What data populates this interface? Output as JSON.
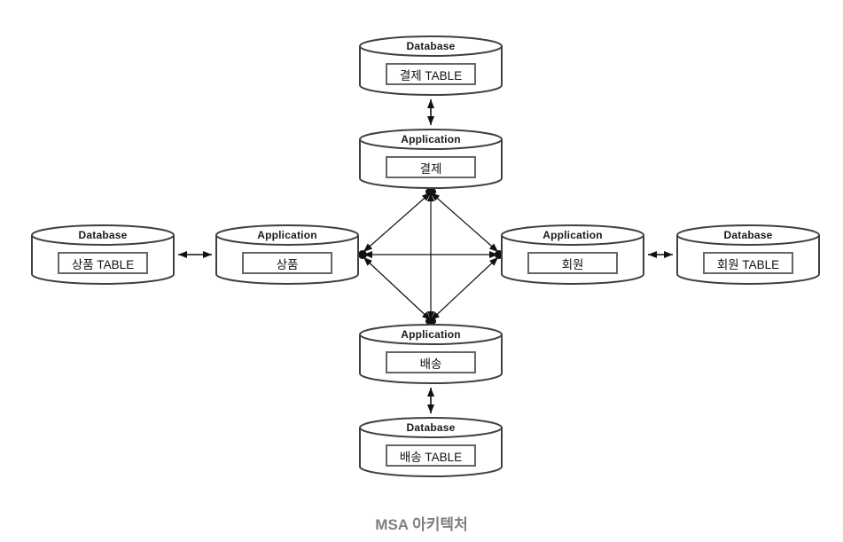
{
  "caption": "MSA 아키텍처",
  "nodes": {
    "payment_db": {
      "type_label": "Database",
      "name": "결제 TABLE"
    },
    "payment_app": {
      "type_label": "Application",
      "name": "결제"
    },
    "product_db": {
      "type_label": "Database",
      "name": "상품 TABLE"
    },
    "product_app": {
      "type_label": "Application",
      "name": "상품"
    },
    "member_app": {
      "type_label": "Application",
      "name": "회원"
    },
    "member_db": {
      "type_label": "Database",
      "name": "회원 TABLE"
    },
    "delivery_app": {
      "type_label": "Application",
      "name": "배송"
    },
    "delivery_db": {
      "type_label": "Database",
      "name": "배송 TABLE"
    }
  },
  "edges": [
    {
      "from": "payment_db",
      "to": "payment_app",
      "bidirectional": true
    },
    {
      "from": "product_db",
      "to": "product_app",
      "bidirectional": true
    },
    {
      "from": "member_app",
      "to": "member_db",
      "bidirectional": true
    },
    {
      "from": "delivery_app",
      "to": "delivery_db",
      "bidirectional": true
    },
    {
      "from": "payment_app",
      "to": "product_app",
      "bidirectional": true
    },
    {
      "from": "payment_app",
      "to": "member_app",
      "bidirectional": true
    },
    {
      "from": "payment_app",
      "to": "delivery_app",
      "bidirectional": true
    },
    {
      "from": "product_app",
      "to": "member_app",
      "bidirectional": true
    },
    {
      "from": "product_app",
      "to": "delivery_app",
      "bidirectional": true
    },
    {
      "from": "member_app",
      "to": "delivery_app",
      "bidirectional": true
    }
  ],
  "colors": {
    "background": "#ffffff",
    "cylinder_stroke": "#404040",
    "box_border": "#666666",
    "arrow": "#111111",
    "caption": "#7f7f7f"
  }
}
